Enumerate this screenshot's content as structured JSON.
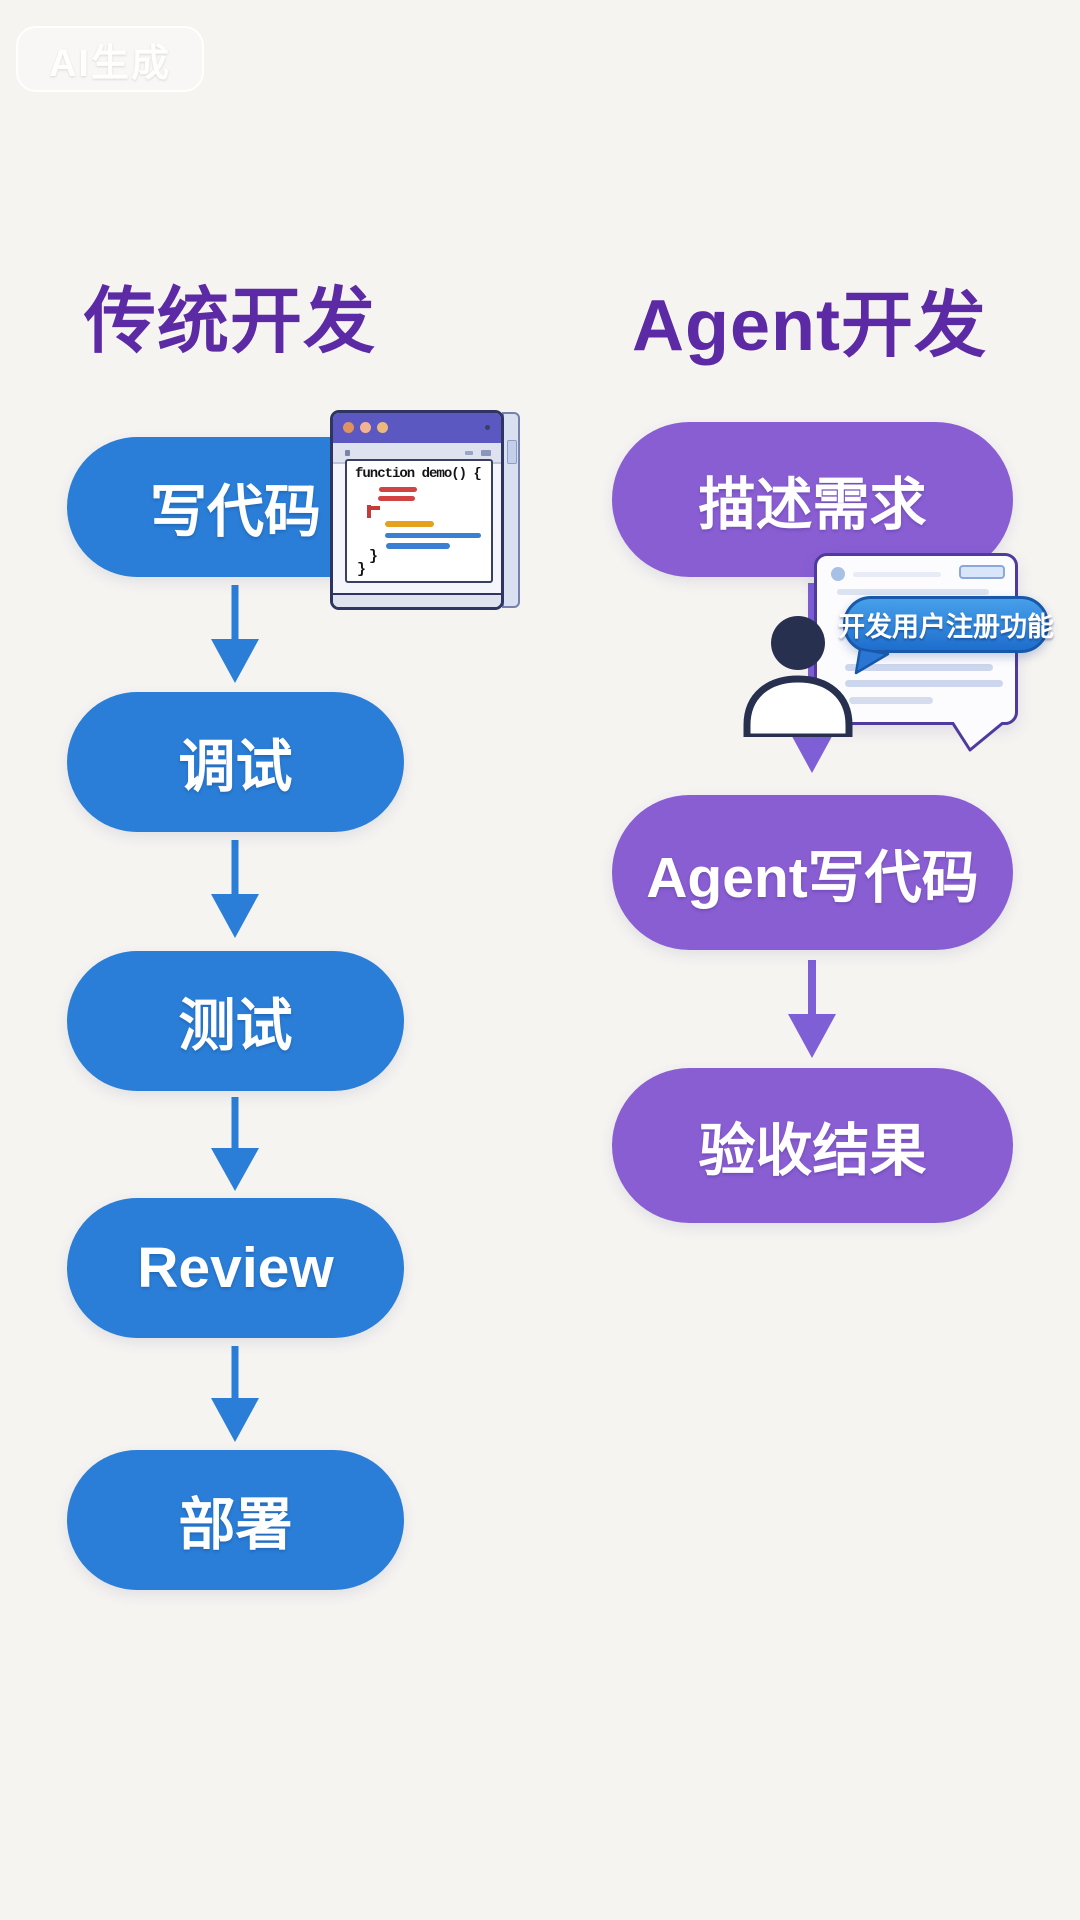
{
  "watermark": {
    "label": "AI生成"
  },
  "titles": {
    "left": "传统开发",
    "right": "Agent开发"
  },
  "left_flow": {
    "steps": [
      "写代码",
      "调试",
      "测试",
      "Review",
      "部署"
    ]
  },
  "right_flow": {
    "steps": [
      "描述需求",
      "Agent写代码",
      "验收结果"
    ]
  },
  "code_window": {
    "line1": "function demo() {",
    "brace1": "}",
    "brace2": "}"
  },
  "speech_bubble": {
    "text": "开发用户注册功能"
  },
  "colors": {
    "left_accent": "#2a7ed7",
    "right_accent": "#8a5ed3",
    "right_arrow": "#7e5fd6",
    "title_purple": "#5c2aa4",
    "bubble_blue_dark": "#1858aa",
    "navy": "#28304f",
    "bg": "#f6f4f1"
  }
}
